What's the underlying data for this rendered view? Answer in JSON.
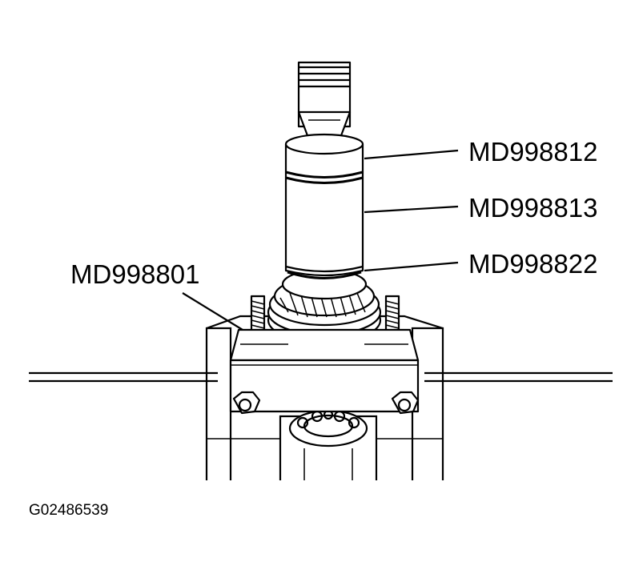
{
  "labels": {
    "md998812": "MD998812",
    "md998813": "MD998813",
    "md998822": "MD998822",
    "md998801": "MD998801"
  },
  "figure_code": "G02486539",
  "colors": {
    "line": "#000000",
    "background": "#ffffff"
  }
}
